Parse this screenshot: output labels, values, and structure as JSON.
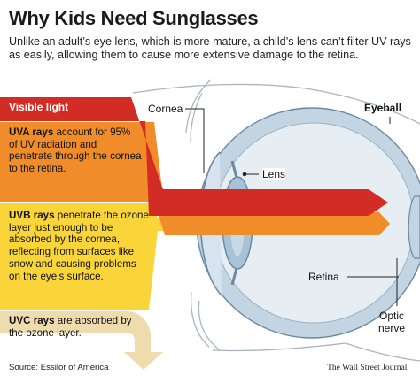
{
  "header": {
    "title": "Why Kids Need Sunglasses",
    "subtitle": "Unlike an adult’s eye lens, which is more mature, a child’s lens can’t filter UV rays as easily, allowing them to cause more extensive damage to the retina."
  },
  "rays": {
    "visible": {
      "label": "Visible light",
      "color": "#d32c25"
    },
    "uva": {
      "name": "UVA rays",
      "text": " account for 95% of UV radiation and penetrate through the cornea to the retina.",
      "color": "#f08c2a"
    },
    "uvb": {
      "name": "UVB rays",
      "text": " penetrate the ozone layer just enough to be absorbed by the cornea, reflecting from surfaces like snow and causing problems on the eye’s surface.",
      "color": "#f9d53a"
    },
    "uvc": {
      "name": "UVC rays",
      "text": " are absorbed by the ozone layer.",
      "color": "#efdcae"
    }
  },
  "eye": {
    "labels": {
      "cornea": "Cornea",
      "lens": "Lens",
      "eyeball": "Eyeball",
      "retina": "Retina",
      "optic_line1": "Optic",
      "optic_line2": "nerve"
    },
    "colors": {
      "eyeball": "#c3d4e2",
      "inner": "#e6edf3",
      "lens": "#a9c2d6",
      "stroke": "#6d89a2",
      "outline": "#9fb0c0"
    }
  },
  "footer": {
    "source": "Source: Essilor of America",
    "credit": "The Wall Street Journal"
  }
}
